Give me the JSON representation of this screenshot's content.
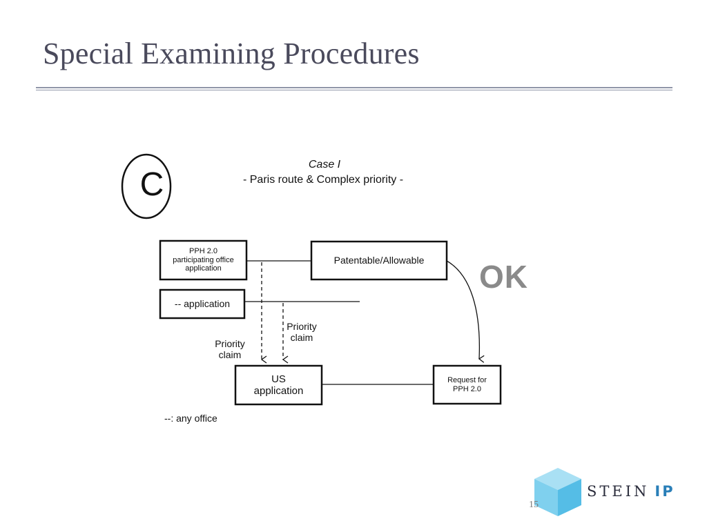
{
  "slide": {
    "title": "Special Examining Procedures",
    "page_number": "15"
  },
  "diagram": {
    "circle_letter": "C",
    "case_title": "Case I",
    "case_subtitle": "- Paris route & Complex priority -",
    "boxes": {
      "pph_office": [
        "PPH 2.0",
        "participating office",
        "application"
      ],
      "any_application": "-- application",
      "patentable": "Patentable/Allowable",
      "us_application": [
        "US",
        "application"
      ],
      "request_pph": [
        "Request for",
        "PPH 2.0"
      ]
    },
    "arrow_labels": {
      "priority_left": [
        "Priority",
        "claim"
      ],
      "priority_right": [
        "Priority",
        "claim"
      ]
    },
    "ok_label": "OK",
    "legend": "--: any office"
  },
  "logo": {
    "name": "STEIN",
    "suffix": "IP",
    "accent_color": "#2a7fb8",
    "cube_colors": [
      "#7fd0ee",
      "#a9e0f4",
      "#55bde6"
    ]
  }
}
